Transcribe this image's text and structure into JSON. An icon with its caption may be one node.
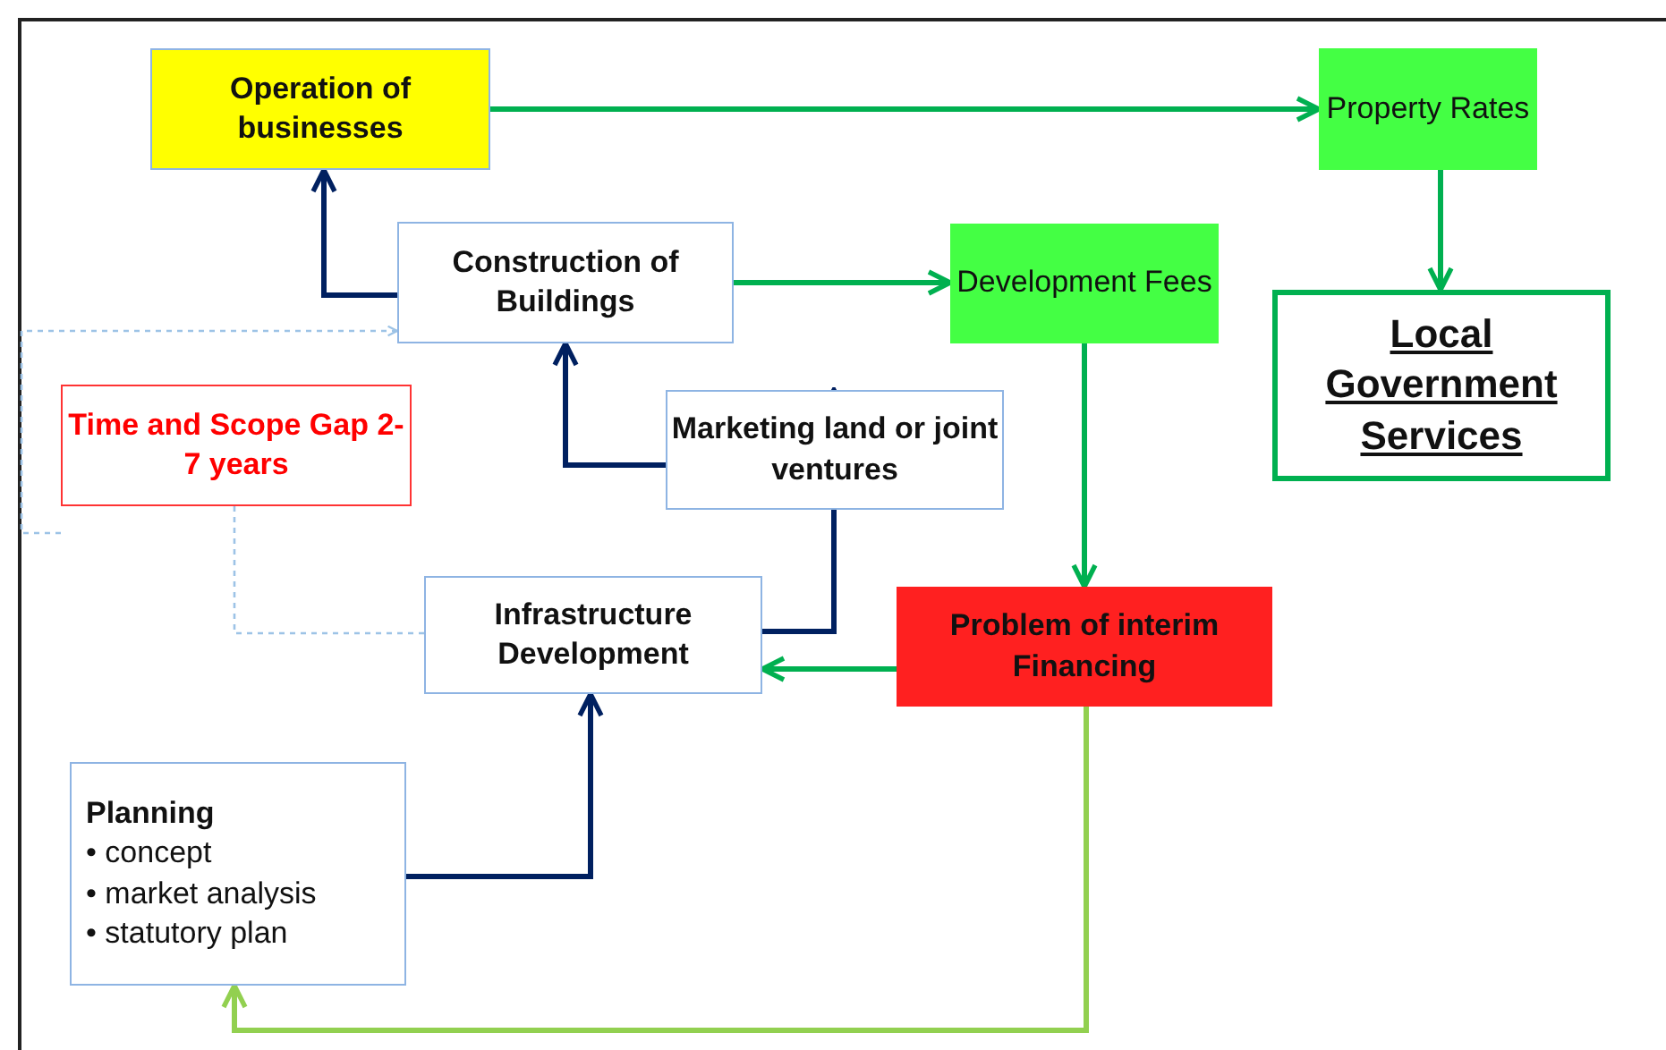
{
  "diagram": {
    "nodes": [
      {
        "text": [
          "Operation of businesses"
        ]
      },
      {
        "text": [
          "Property Rates"
        ]
      },
      {
        "text": [
          "Construction of Buildings"
        ]
      },
      {
        "text": [
          "Development Fees"
        ]
      },
      {
        "text": [
          "Local Government Services"
        ]
      },
      {
        "text": [
          "Time and Scope Gap 2-7 years"
        ]
      },
      {
        "text": [
          "Marketing land or joint ventures"
        ]
      },
      {
        "text": [
          "Infrastructure Development"
        ]
      },
      {
        "text": [
          "Problem of interim Financing"
        ]
      },
      {
        "text": [
          "Planning",
          "• concept",
          "• market analysis",
          "• statutory plan"
        ]
      }
    ],
    "edges": [
      {
        "from": 0,
        "to": 1,
        "arrow": "to"
      },
      {
        "from": 1,
        "to": 4,
        "arrow": "to"
      },
      {
        "from": 2,
        "to": 0,
        "arrow": "to",
        "color": "#002060"
      },
      {
        "from": 2,
        "to": 3,
        "arrow": "to"
      },
      {
        "from": 3,
        "to": 8,
        "arrow": "to"
      },
      {
        "from": 8,
        "to": 7,
        "arrow": "to"
      },
      {
        "from": 6,
        "to": 2,
        "arrow": "to",
        "color": "#002060"
      },
      {
        "from": 7,
        "to": 6,
        "arrow": "to",
        "color": "#002060"
      },
      {
        "from": 9,
        "to": 7,
        "arrow": "to",
        "color": "#002060"
      },
      {
        "from": 8,
        "to": 9,
        "arrow": "to",
        "color": "#92d050"
      },
      {
        "from": 5,
        "to": 2,
        "arrow": "to",
        "style": "dashed",
        "color": "#9dc3e6"
      },
      {
        "from": 5,
        "to": 7,
        "arrow": "none",
        "style": "dashed",
        "color": "#9dc3e6"
      }
    ]
  }
}
